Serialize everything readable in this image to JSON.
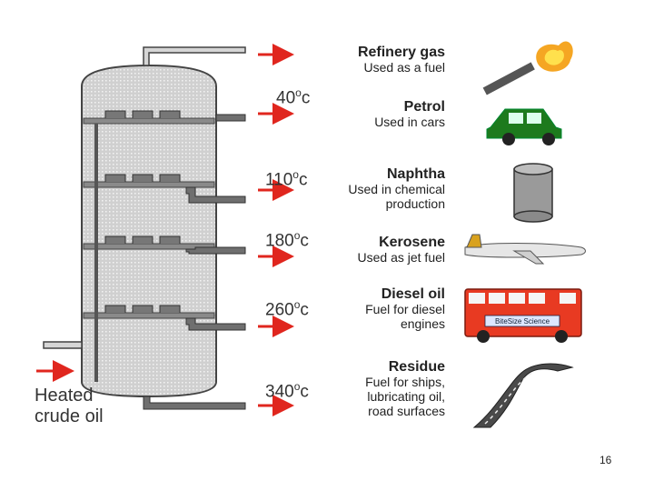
{
  "fractions": [
    {
      "title": "Refinery gas",
      "lines": [
        "Used as a fuel"
      ],
      "temperature": "",
      "icon": "flame-icon"
    },
    {
      "title": "Petrol",
      "lines": [
        "Used in cars"
      ],
      "temperature": "40",
      "icon": "car-icon"
    },
    {
      "title": "Naphtha",
      "lines": [
        "Used in chemical",
        "production"
      ],
      "temperature": "110",
      "icon": "drum-icon"
    },
    {
      "title": "Kerosene",
      "lines": [
        "Used as jet fuel"
      ],
      "temperature": "180",
      "icon": "jet-icon"
    },
    {
      "title": "Diesel oil",
      "lines": [
        "Fuel for diesel",
        "engines"
      ],
      "temperature": "260",
      "icon": "bus-icon"
    },
    {
      "title": "Residue",
      "lines": [
        "Fuel for ships,",
        "lubricating oil,",
        "road surfaces"
      ],
      "temperature": "340",
      "icon": "road-icon"
    }
  ],
  "temperature_unit": "c",
  "temperature_degree": "o",
  "feed": {
    "line1": "Heated",
    "line2": "crude oil"
  },
  "bus_sign": "BiteSize Science",
  "page_number": "16",
  "colors": {
    "arrow": "#e0261e",
    "column": "#c6c6c6",
    "pipe": "#6f6f6f",
    "bus": "#e83a22",
    "car": "#1d7a1d"
  }
}
